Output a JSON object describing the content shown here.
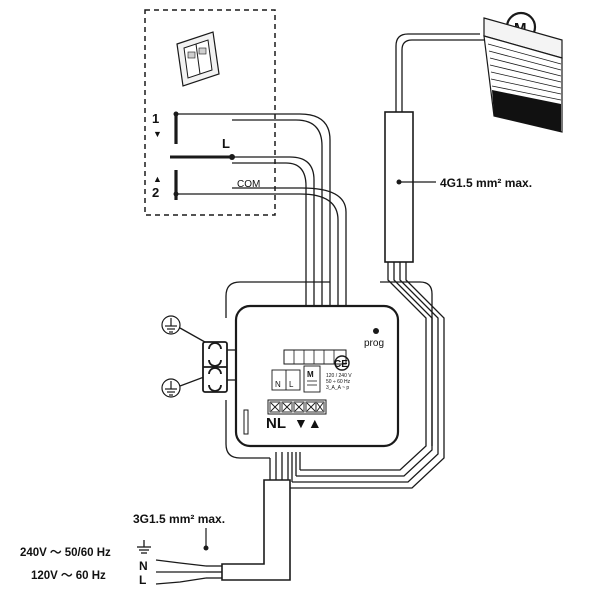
{
  "switch_box": {
    "contact_up": "1",
    "contact_down": "2",
    "arrow_up": "▼",
    "arrow_down": "▲",
    "common_label": "L",
    "com_label": "COM"
  },
  "motor": {
    "symbol": "M"
  },
  "motor_cable": {
    "label": "4G1.5 mm² max."
  },
  "module": {
    "prog_label": "prog",
    "ce_mark": "CE",
    "m_label": "M",
    "n_label": "N",
    "l_label": "L",
    "spec_line1": "120 / 240 V",
    "spec_line2": "50 ÷ 60 Hz",
    "spec_line3": "3_A_A ~ p",
    "terminal_labels": "NL",
    "terminal_arrows": "▼▲"
  },
  "supply_cable": {
    "label": "3G1.5 mm² max.",
    "voltage_240": "240V ～ 50/60 Hz",
    "voltage_120": "120V ～ 60 Hz",
    "wire_n": "N",
    "wire_l": "L"
  },
  "colors": {
    "line": "#1a1a1a",
    "fill": "#ffffff",
    "shutter_dark": "#111111"
  }
}
